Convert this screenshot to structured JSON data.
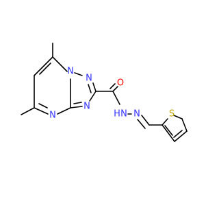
{
  "molecule": {
    "colors": {
      "bond": "#000000",
      "nitrogen": "#3333ff",
      "oxygen": "#ff0000",
      "sulfur": "#c6a500",
      "background": "#ffffff"
    },
    "atoms": {
      "n_bridge": "N",
      "n_triazole_top": "N",
      "n_triazole_bottom": "N",
      "n_pyrimidine": "N",
      "o_carbonyl": "O",
      "n_amide": "N",
      "h_amide": "H",
      "n_imine": "N",
      "s_thiophene": "S"
    }
  }
}
